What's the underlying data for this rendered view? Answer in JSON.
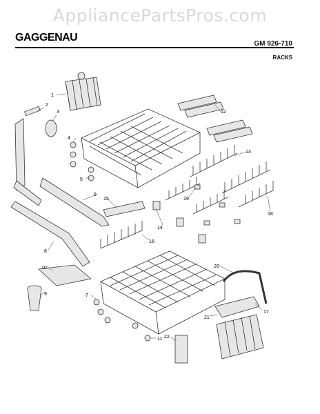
{
  "watermark": "AppliancePartsPros.com",
  "brand": "GAGGENAU",
  "model": "GM 926-710",
  "section": "RACKS",
  "callouts": [
    "1",
    "2",
    "3",
    "4",
    "5",
    "6",
    "7",
    "8",
    "9",
    "10",
    "11",
    "12",
    "13",
    "14",
    "15",
    "16",
    "17",
    "18",
    "19",
    "20",
    "21",
    "22"
  ]
}
